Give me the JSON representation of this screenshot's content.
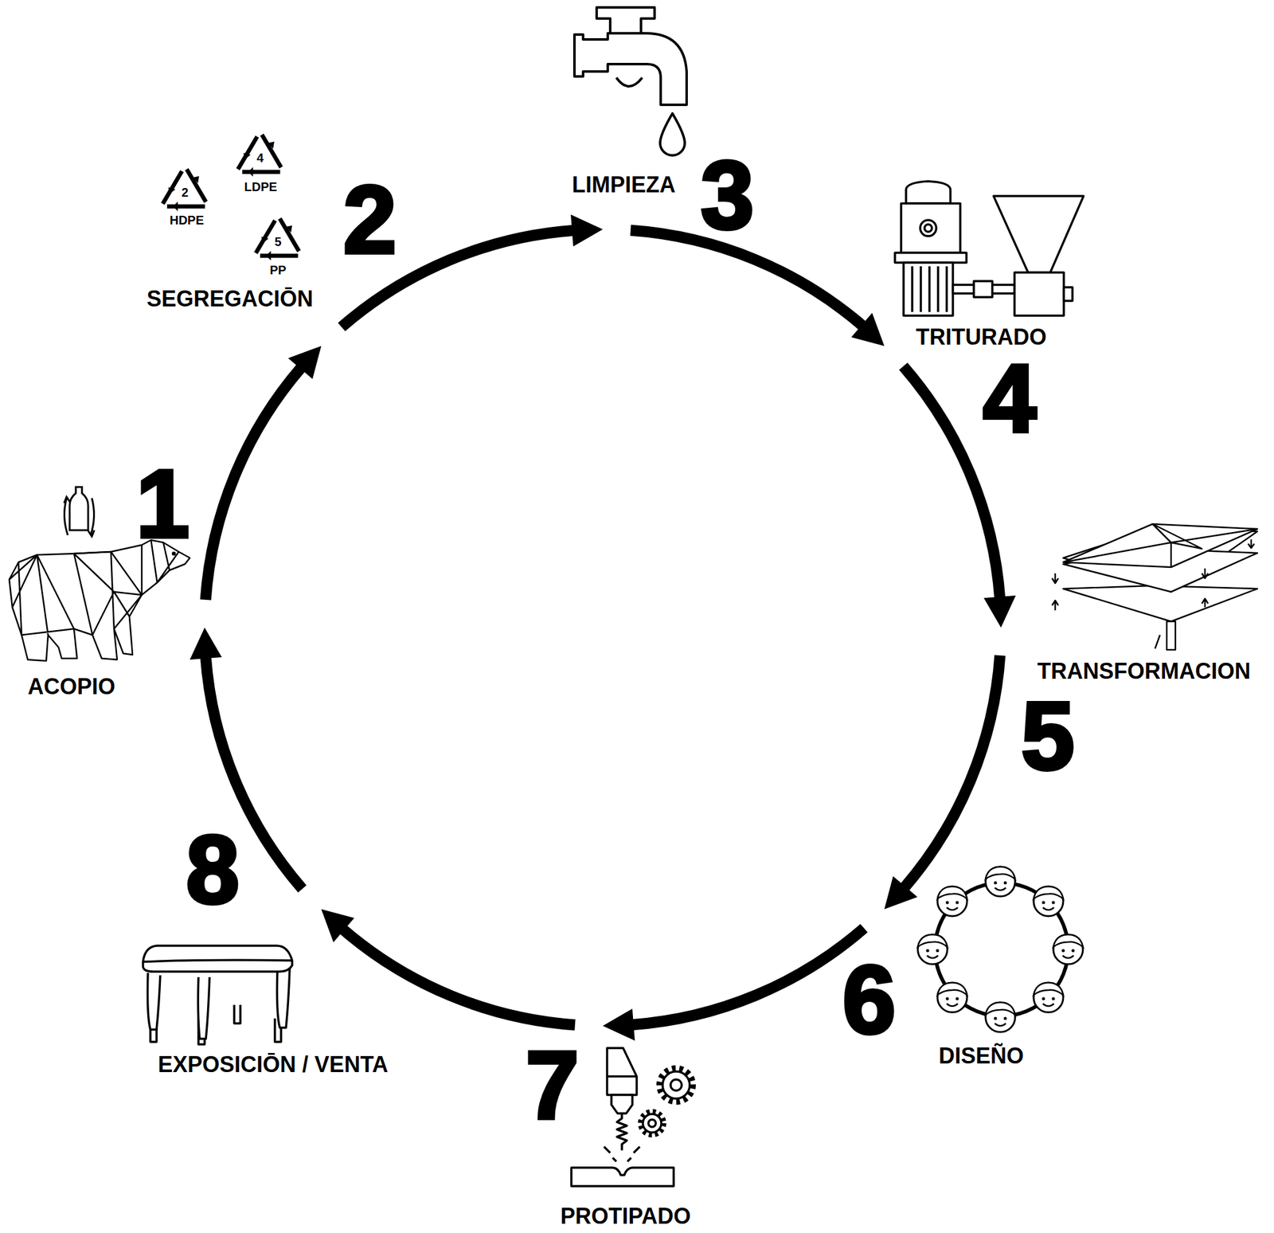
{
  "diagram": {
    "nodes": [
      {
        "text": [
          "1",
          "ACOPIO"
        ]
      },
      {
        "text": [
          "2",
          "SEGREGACIŌN"
        ]
      },
      {
        "text": [
          "3",
          "LIMPIEZA"
        ]
      },
      {
        "text": [
          "4",
          "TRITURADO"
        ]
      },
      {
        "text": [
          "5",
          "TRANSFORMACION"
        ]
      },
      {
        "text": [
          "6",
          "DISEÑO"
        ]
      },
      {
        "text": [
          "7",
          "PROTIPADO"
        ]
      },
      {
        "text": [
          "8",
          "EXPOSICIŌN / VENTA"
        ]
      }
    ],
    "edges": [
      {
        "from": 0,
        "to": 1,
        "arrow": "to"
      },
      {
        "from": 1,
        "to": 2,
        "arrow": "to"
      },
      {
        "from": 2,
        "to": 3,
        "arrow": "to"
      },
      {
        "from": 3,
        "to": 4,
        "arrow": "to"
      },
      {
        "from": 4,
        "to": 5,
        "arrow": "to"
      },
      {
        "from": 5,
        "to": 6,
        "arrow": "to"
      },
      {
        "from": 6,
        "to": 7,
        "arrow": "to"
      },
      {
        "from": 7,
        "to": 0,
        "arrow": "to"
      }
    ],
    "labels": [
      "2",
      "HDPE",
      "4",
      "LDPE",
      "5",
      "PP"
    ]
  }
}
